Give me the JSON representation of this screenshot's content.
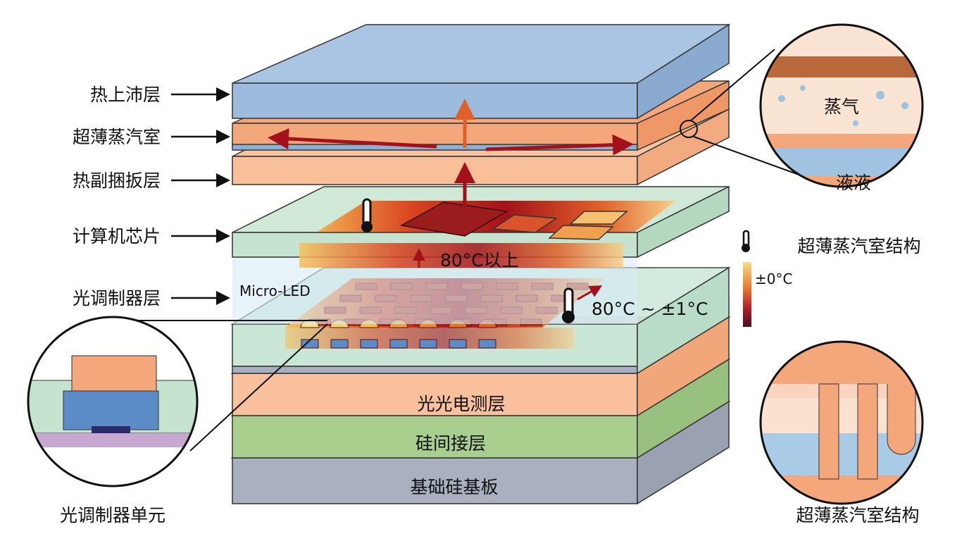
{
  "left_labels": [
    "热上沛层",
    "超薄蒸汽室",
    "热副捆扳层",
    "计算机芯片",
    "光调制器层"
  ],
  "layer_labels": {
    "photodetector": "光光电测层",
    "interposer": "硅间接层",
    "substrate": "基础硅基板"
  },
  "annotations": {
    "chip_temp": "80°C以上",
    "micro_led": "Micro-LED",
    "modulator_temp": "80°C ~ ±1°C",
    "scale_label": "±0°C"
  },
  "callouts": {
    "top_right_vapor": "蒸气",
    "top_right_liquid": "液液",
    "top_right_caption": "超薄蒸汽室结构",
    "bottom_right_caption": "超薄蒸汽室结构",
    "bottom_left_caption": "光调制器单元"
  },
  "colors": {
    "blue_layer": "#a9c5e3",
    "orange_layer": "#f6b48c",
    "green_layer": "#c8e5cf",
    "gray_layer": "#a9b0bf",
    "hot": "#a3121a"
  }
}
